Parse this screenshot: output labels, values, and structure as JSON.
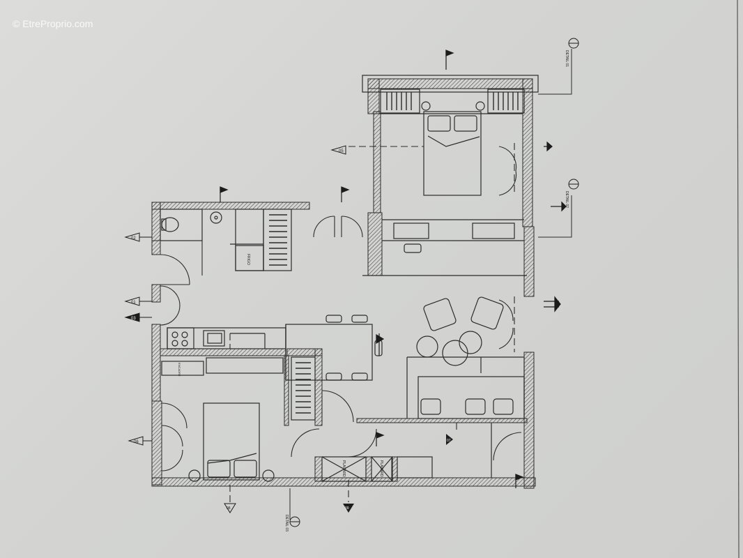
{
  "watermark": "© EtreProprio.com",
  "labels": {
    "detail_01": "DETAIL 01",
    "detail_02": "DETAIL 02",
    "detail_03": "DETAIL 03",
    "frigo": "FRIGO",
    "placard_1": "PLACARD",
    "placard_2": "PLACARD",
    "encadre": "ENCADRÉ"
  },
  "section_markers": {
    "m05": "05",
    "m02": "02",
    "m01": "01",
    "m03": "03",
    "m06": "06",
    "m07": "07",
    "m08": "08",
    "m09": "09"
  },
  "colors": {
    "paper": "#d5d6d4",
    "ink": "#2b2b2b",
    "hatch": "#555555"
  }
}
